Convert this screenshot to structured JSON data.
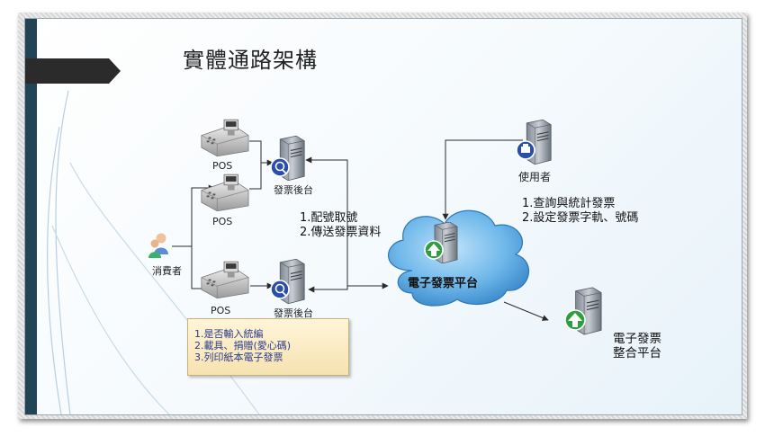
{
  "slide": {
    "title": "實體通路架構"
  },
  "nodes": {
    "pos_1": "POS",
    "pos_2": "POS",
    "pos_3": "POS",
    "backend_1": "發票後台",
    "backend_2": "發票後台",
    "consumer": "消費者",
    "platform": "電子發票平台",
    "user": "使用者",
    "integration_line1": "電子發票",
    "integration_line2": "整合平台"
  },
  "notes": {
    "backend_ops": [
      "1.配號取號",
      "2.傳送發票資料"
    ],
    "user_ops": [
      "1.查詢與統計發票",
      "2.設定發票字軌、號碼"
    ]
  },
  "infobox": {
    "lines": [
      "1.是否輸入統編",
      "2.載具、捐贈(愛心碼)",
      "3.列印紙本電子發票"
    ]
  },
  "colors": {
    "left_bar": "#234454",
    "cloud_fill": "#4aa3e0",
    "server_badge_green": "#2e9e3e",
    "server_badge_blue": "#2a4fa8",
    "connector": "#2b2b2b"
  }
}
